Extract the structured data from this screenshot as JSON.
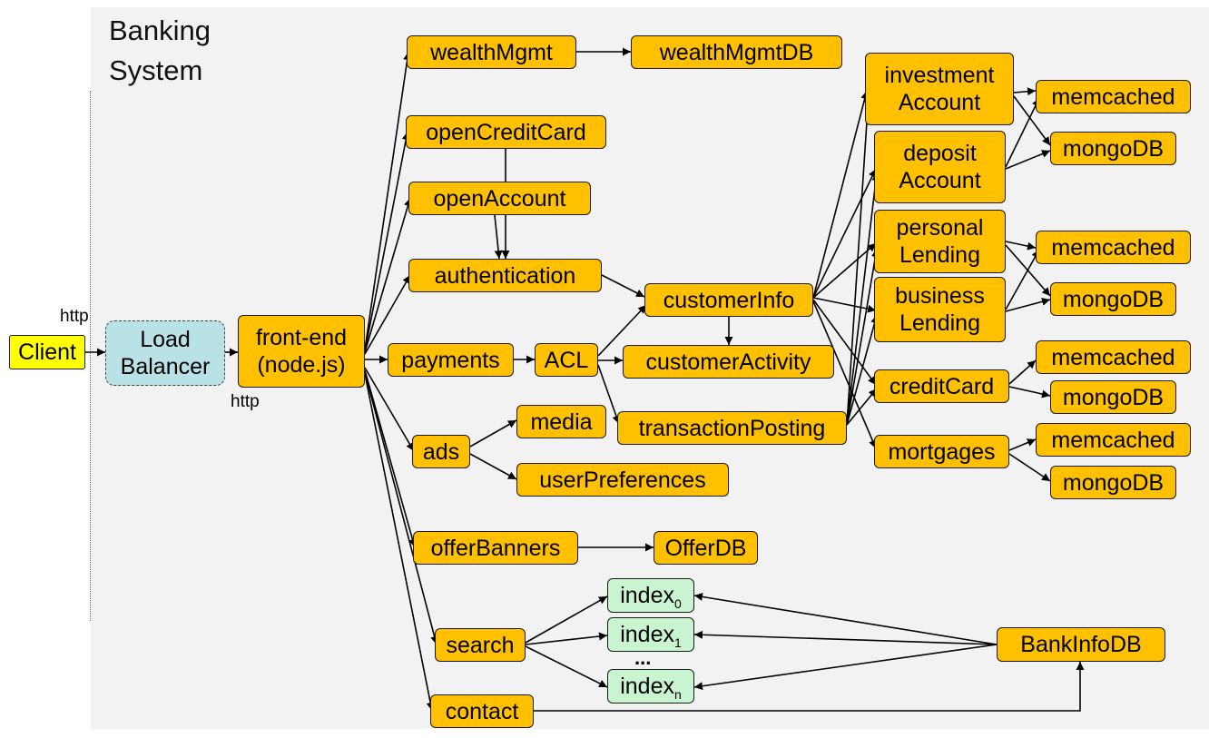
{
  "title": [
    "Banking",
    "System"
  ],
  "http_labels": [
    "http",
    "http"
  ],
  "ellipsis": "...",
  "nodes": {
    "client": "Client",
    "load_balancer": [
      "Load",
      "Balancer"
    ],
    "front_end": [
      "front-end",
      "(node.js)"
    ],
    "wealthMgmt": "wealthMgmt",
    "wealthMgmtDB": "wealthMgmtDB",
    "openCreditCard": "openCreditCard",
    "openAccount": "openAccount",
    "authentication": "authentication",
    "payments": "payments",
    "acl": "ACL",
    "ads": "ads",
    "media": "media",
    "userPreferences": "userPreferences",
    "offerBanners": "offerBanners",
    "offerDB": "OfferDB",
    "search": "search",
    "contact": "contact",
    "customerInfo": "customerInfo",
    "customerActivity": "customerActivity",
    "transactionPosting": "transactionPosting",
    "investmentAccount": [
      "investment",
      "Account"
    ],
    "depositAccount": [
      "deposit",
      "Account"
    ],
    "personalLending": [
      "personal",
      "Lending"
    ],
    "businessLending": [
      "business",
      "Lending"
    ],
    "creditCard": "creditCard",
    "mortgages": "mortgages",
    "memcached": "memcached",
    "mongoDB": "mongoDB",
    "bankInfoDB": "BankInfoDB",
    "index_base": "index",
    "index_subs": [
      "0",
      "1",
      "n"
    ]
  },
  "colors": {
    "service": "#ffc000",
    "client": "#ffff00",
    "load_balancer": "#b8e2e6",
    "index": "#c8f5cf",
    "panel": "#f2f2f2"
  }
}
